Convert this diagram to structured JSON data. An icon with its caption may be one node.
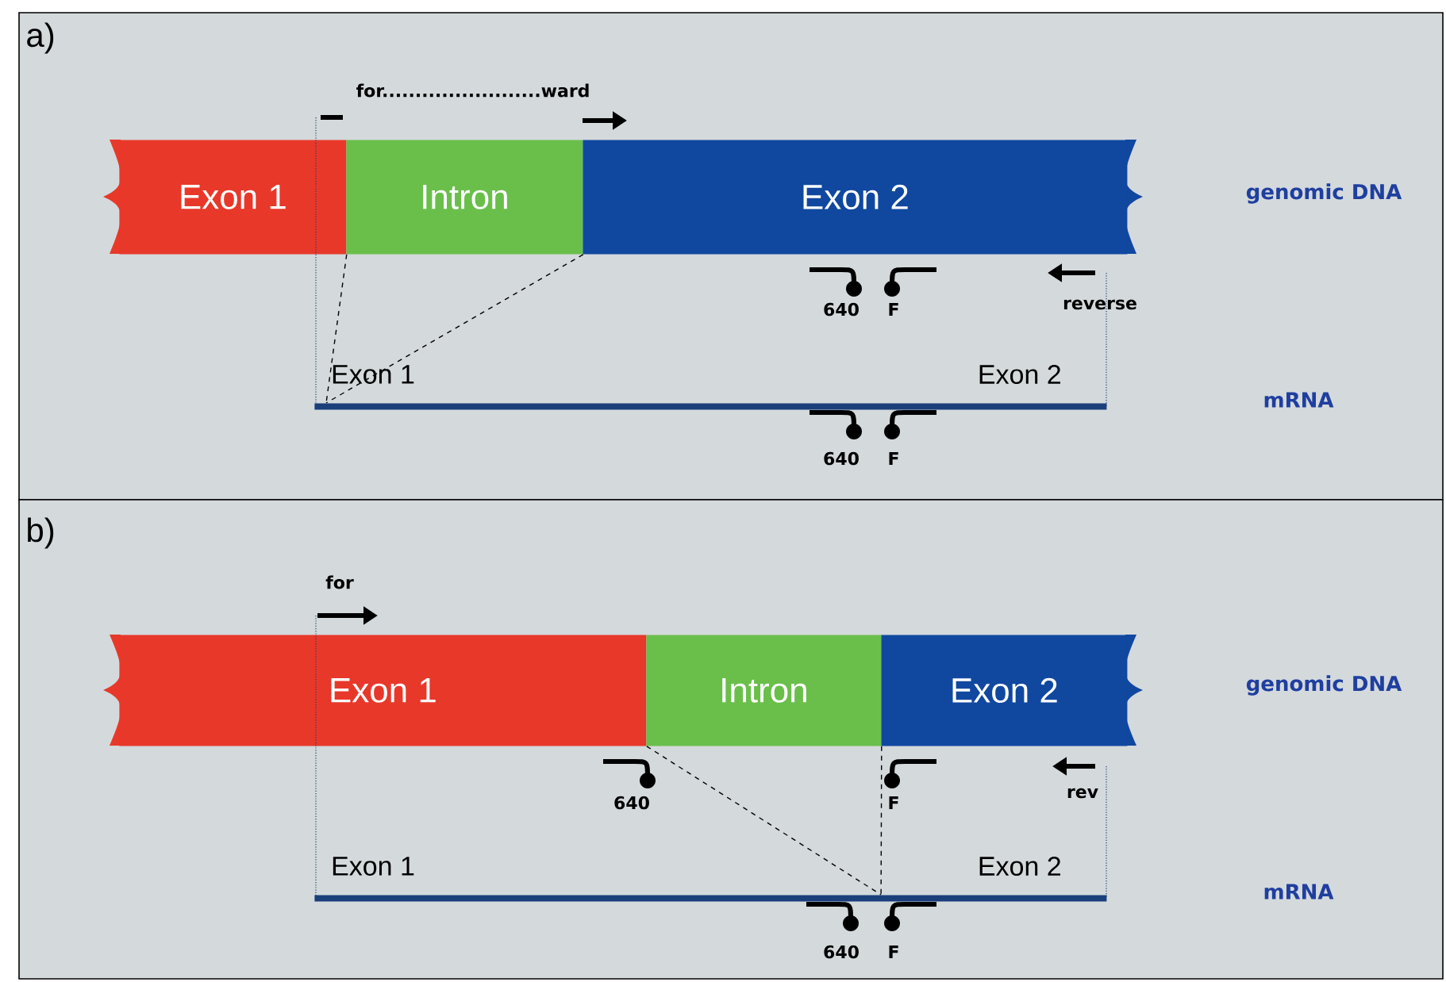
{
  "diagram": {
    "nodes": [
      {
        "text": [
          "Exon 1"
        ]
      },
      {
        "text": [
          "Intron"
        ]
      },
      {
        "text": [
          "Exon 2"
        ]
      },
      {
        "text": [],
        "shape": "bar",
        "beside": [
          "Exon 1",
          "Exon 2"
        ]
      },
      {
        "text": [
          "Exon 1"
        ]
      },
      {
        "text": [
          "Intron"
        ]
      },
      {
        "text": [
          "Exon 2"
        ]
      },
      {
        "text": [],
        "shape": "bar",
        "beside": [
          "Exon 1",
          "Exon 2"
        ]
      }
    ],
    "edges": [
      {
        "from": 0,
        "to": 3,
        "arrow": "none",
        "style": "dashed"
      },
      {
        "from": 1,
        "to": 3,
        "arrow": "none",
        "style": "dashed"
      },
      {
        "from": 4,
        "to": 7,
        "arrow": "none",
        "style": "dashed"
      },
      {
        "from": 5,
        "to": 7,
        "arrow": "none",
        "style": "dashed"
      }
    ],
    "labels": [
      "a)",
      "for........................ward",
      "genomic DNA",
      "640",
      "F",
      "reverse",
      "mRNA",
      "640",
      "F",
      "b)",
      "for",
      "genomic DNA",
      "640",
      "F",
      "rev",
      "mRNA",
      "640",
      "F"
    ]
  }
}
